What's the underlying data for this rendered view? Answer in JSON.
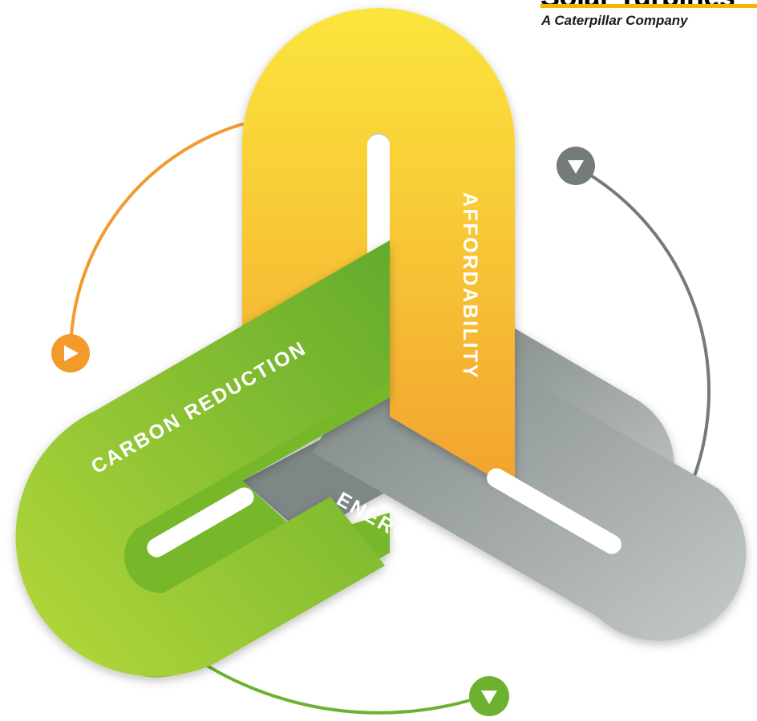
{
  "logo": {
    "wordmark": "Solar Turbines",
    "tagline": "A Caterpillar Company"
  },
  "labels": {
    "affordability": "AFFORDABILITY",
    "carbon_reduction": "CARBON REDUCTION",
    "energy_resiliency": "ENERGY RESILIENCY"
  },
  "colors": {
    "yellow_light": "#fbe53c",
    "yellow_dark": "#f2a22e",
    "green_light": "#b6d93a",
    "green_dark": "#63ab2c",
    "gray_light": "#c4c9c9",
    "gray_dark": "#7b8383",
    "orange_arrow": "#f39a2d",
    "gray_arrow": "#737b7b",
    "green_arrow": "#6cb130",
    "logo_rule": "#f5b400"
  },
  "icons": {
    "orange_marker": "play-arrow-icon",
    "gray_marker": "play-arrow-icon",
    "green_marker": "play-arrow-icon"
  }
}
